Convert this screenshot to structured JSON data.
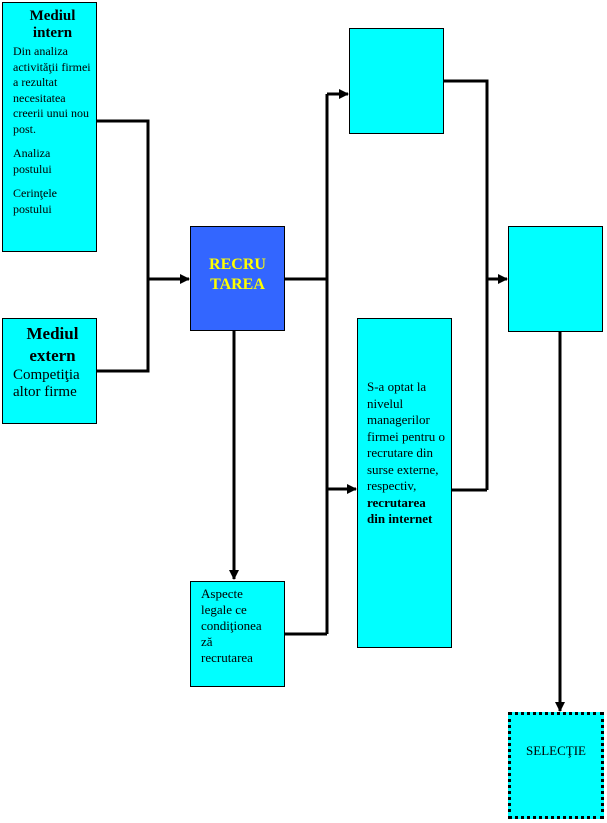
{
  "colors": {
    "box_fill": "#00ffff",
    "center_fill": "#3366ff",
    "center_text": "#ffff00",
    "line": "#000000"
  },
  "nodes": {
    "mediul_intern": {
      "title": "Mediul intern",
      "lines": [
        "Din analiza activităţii firmei a rezultat necesitatea creerii unui nou post.",
        "Analiza postului",
        "Cerinţele postului"
      ]
    },
    "mediul_extern": {
      "title": "Mediul extern",
      "text": "Competiţia altor firme"
    },
    "recrutarea": {
      "label": "RECRUTAREA",
      "line1": "RECRU",
      "line2": "TAREA"
    },
    "aspecte_legale": {
      "text": "Aspecte legale ce condiţionează recrutarea",
      "line1": "Aspecte",
      "line2": "legale ce",
      "line3": "condiţionea",
      "line4": "ză",
      "line5": "recrutarea"
    },
    "top_box": {
      "text": ""
    },
    "optiune": {
      "text_plain": "S-a optat la nivelul managerilor firmei pentru o recrutare din surse externe, respectiv,",
      "text_bold": "recrutarea din internet"
    },
    "right_box": {
      "text": ""
    },
    "selectie": {
      "text": "SELECŢIE"
    }
  }
}
